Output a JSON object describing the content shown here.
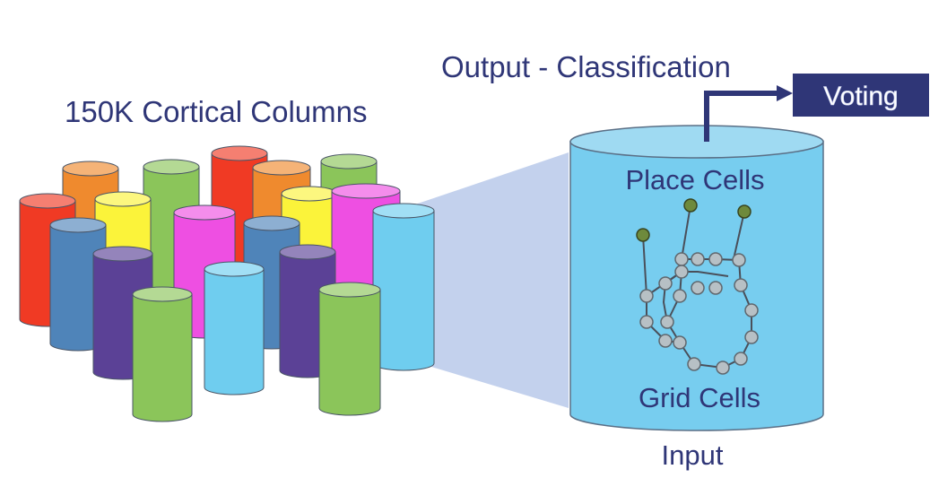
{
  "title_columns": "150K Cortical Columns",
  "title_output": "Output - Classification",
  "voting_label": "Voting",
  "place_cells_label": "Place Cells",
  "grid_cells_label": "Grid Cells",
  "input_label": "Input",
  "colors": {
    "text": "#2f3677",
    "voting_box": "#2f3677",
    "voting_text": "#ffffff",
    "big_cylinder": "#77cdef",
    "funnel": "#b8c9ea",
    "cell_node": "#b7c0c5",
    "place_node": "#6e8a3c",
    "red": "#f03a24",
    "orange": "#ef8a2e",
    "yellow": "#fbf33a",
    "green": "#8bc55a",
    "magenta": "#ee4fe2",
    "steel_blue": "#4f84b9",
    "indigo": "#5b4196",
    "sky": "#6fcdef"
  },
  "columns": [
    {
      "color": "orange"
    },
    {
      "color": "green"
    },
    {
      "color": "red"
    },
    {
      "color": "orange"
    },
    {
      "color": "green"
    },
    {
      "color": "red"
    },
    {
      "color": "yellow"
    },
    {
      "color": "yellow"
    },
    {
      "color": "magenta"
    },
    {
      "color": "steel_blue"
    },
    {
      "color": "magenta"
    },
    {
      "color": "steel_blue"
    },
    {
      "color": "indigo"
    },
    {
      "color": "indigo"
    },
    {
      "color": "sky"
    },
    {
      "color": "sky"
    },
    {
      "color": "green"
    },
    {
      "color": "green"
    }
  ]
}
